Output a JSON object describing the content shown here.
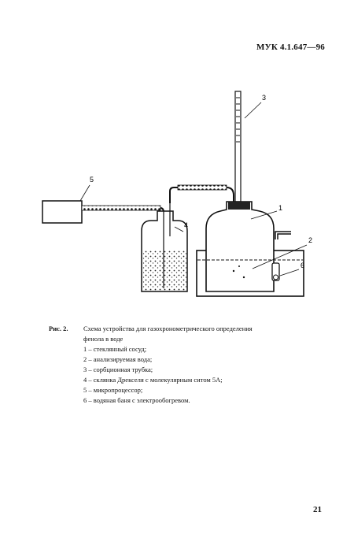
{
  "header": {
    "doc_code": "МУК 4.1.647—96"
  },
  "figure": {
    "labels": [
      "1",
      "2",
      "3",
      "4",
      "5",
      "6"
    ]
  },
  "caption": {
    "fig_number": "Рис. 2.",
    "title_line1": "Схема устройства для газохронометрического определения",
    "title_line2": "фенола в воде",
    "legend": [
      "1 – стеклянный сосуд;",
      "2 – анализируемая вода;",
      "3 – сорбционная трубка;",
      "4 – склянка Дрекселя с молекулярным ситом 5А;",
      "5 – микропроцессор;",
      "6 – водяная баня с электрообогревом."
    ]
  },
  "page_number": "21"
}
